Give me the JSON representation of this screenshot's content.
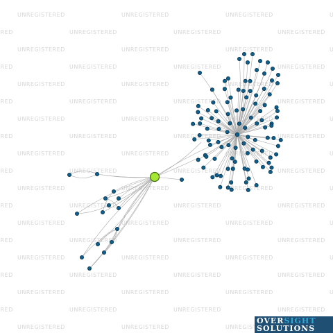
{
  "watermark": {
    "text": "UNREGISTERED"
  },
  "network": {
    "colors": {
      "node": "#0f5f8c",
      "focus_node": "#a6e635",
      "edge": "#a9a9a9"
    },
    "focus_node": {
      "label": ""
    },
    "node_count": 124
  },
  "logo": {
    "line1_a": "OVER",
    "line1_b": "SIGHT",
    "line2": "SOLUTIONS",
    "colors": {
      "background": "#1f4f73",
      "text": "#ffffff",
      "accent": "#2fa8d8"
    }
  }
}
